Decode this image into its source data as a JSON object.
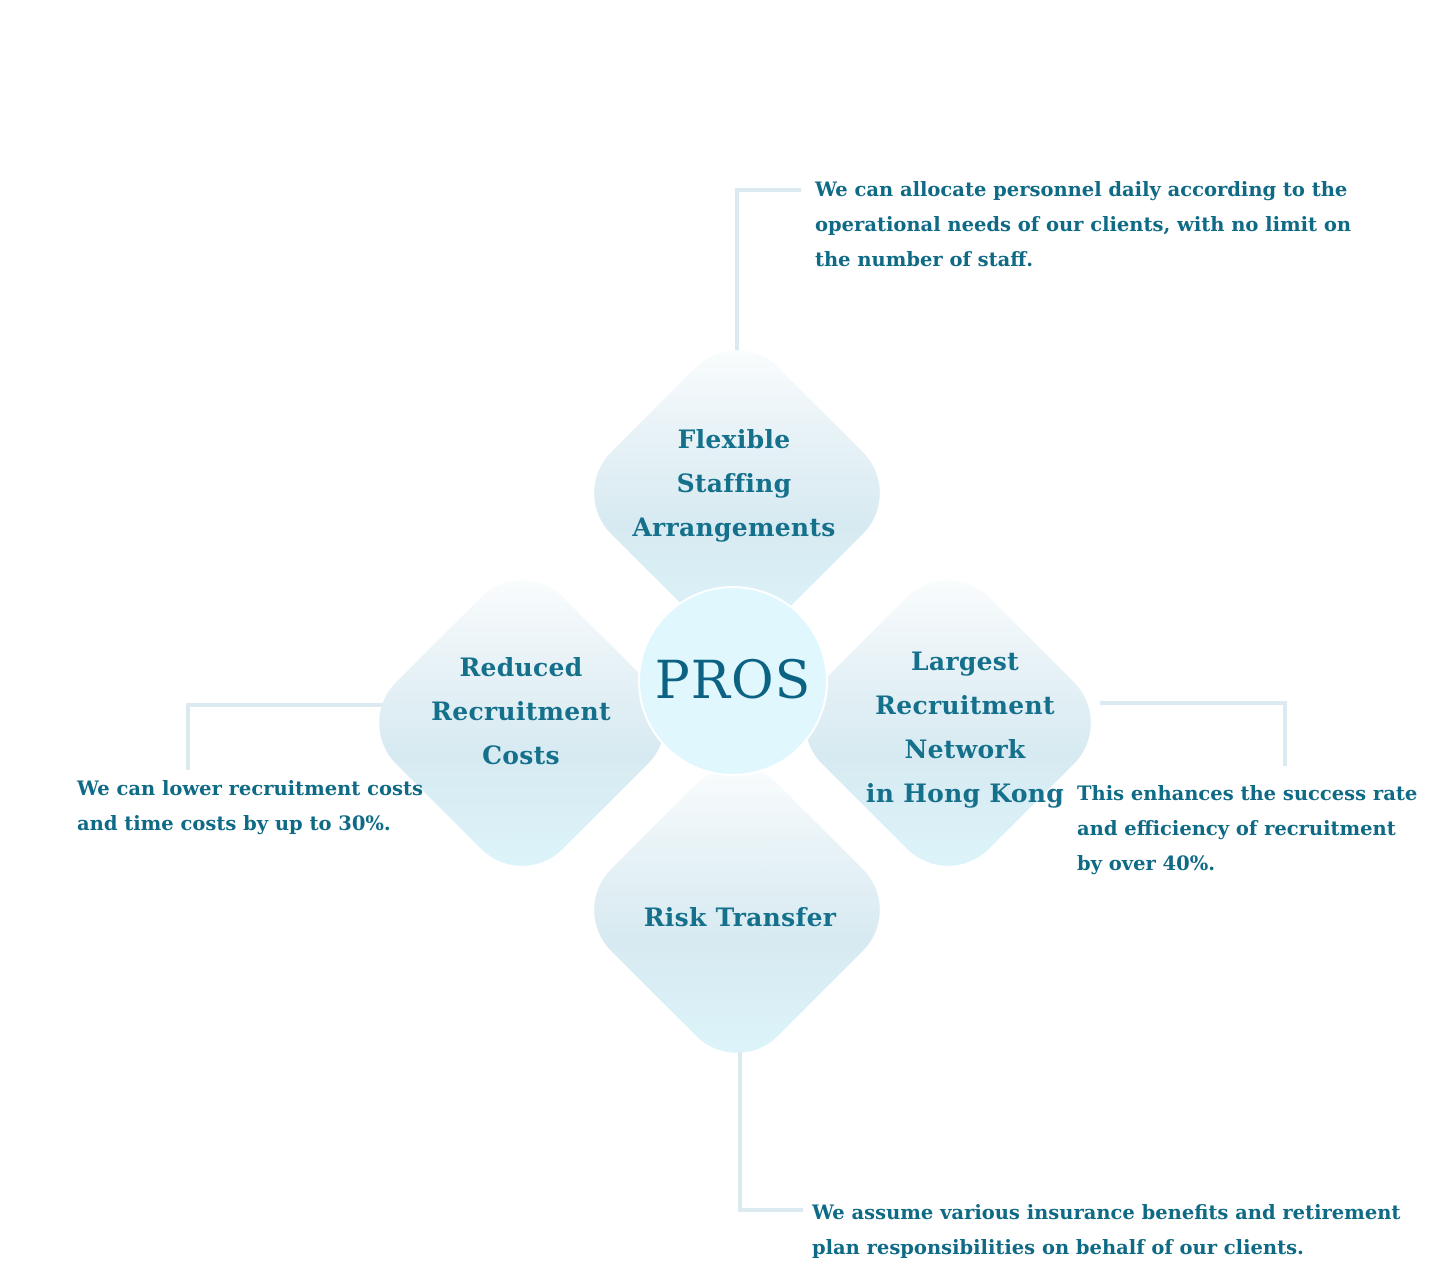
{
  "center_label": "PROS",
  "items": {
    "top": {
      "label": "Flexible\nStaffing\nArrangements",
      "description": "We can allocate personnel daily according to the\noperational needs of our clients, with no limit on\nthe number of staff."
    },
    "left": {
      "label": "Reduced\nRecruitment\nCosts",
      "description": "We can lower recruitment costs\nand time costs by up to 30%."
    },
    "right": {
      "label": "Largest\nRecruitment Network\nin Hong Kong",
      "description": "This enhances the success rate\nand efficiency of recruitment\nby over 40%."
    },
    "bottom": {
      "label": "Risk Transfer",
      "description": "We assume various insurance benefits and retirement\nplan responsibilities on behalf of our clients."
    }
  },
  "colors": {
    "text": "#0f6a86",
    "hub": "#dff7fd",
    "connector": "#dbe9f0"
  }
}
